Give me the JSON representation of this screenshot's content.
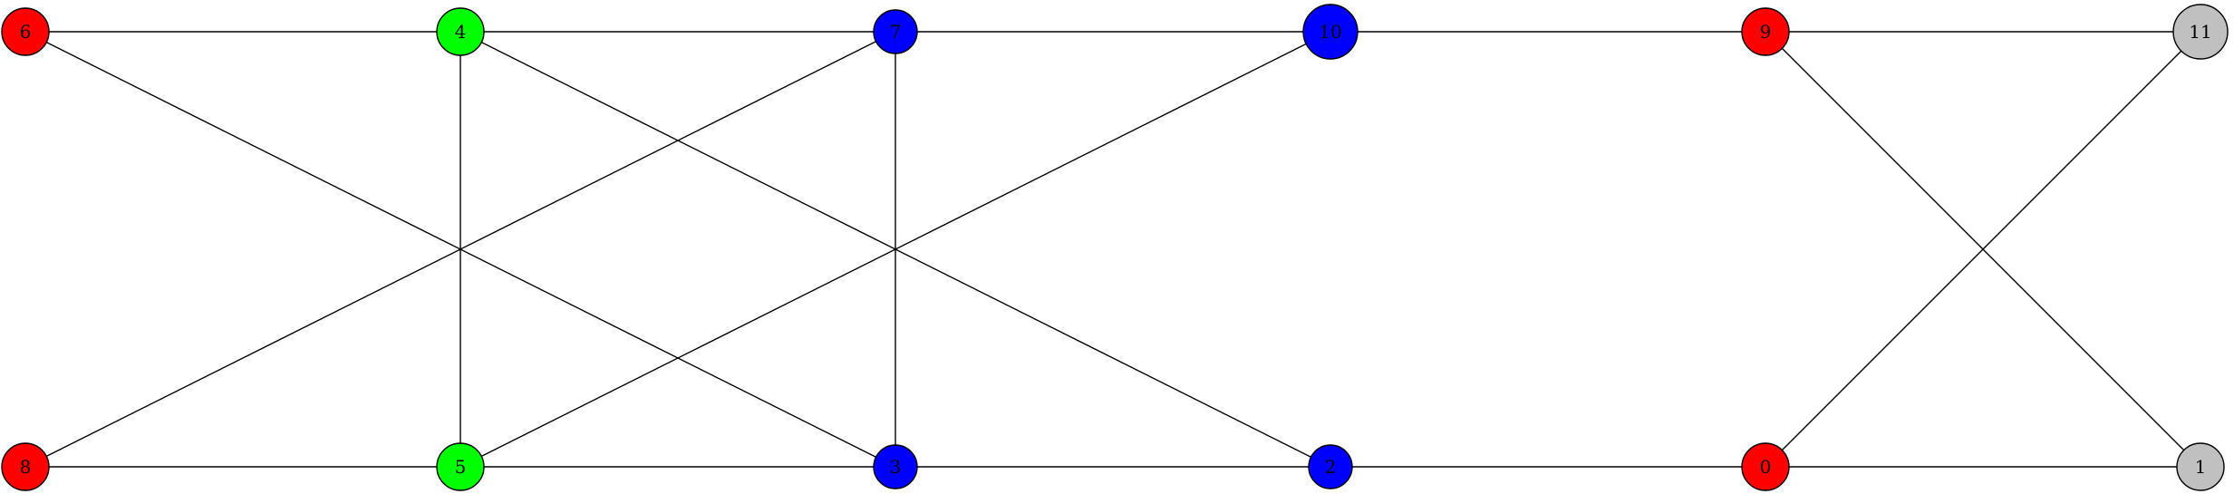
{
  "graph": {
    "nodes": [
      {
        "id": "0",
        "label": "0",
        "color": "#ff0000"
      },
      {
        "id": "1",
        "label": "1",
        "color": "#c0c0c0"
      },
      {
        "id": "2",
        "label": "2",
        "color": "#0000ff"
      },
      {
        "id": "3",
        "label": "3",
        "color": "#0000ff"
      },
      {
        "id": "4",
        "label": "4",
        "color": "#00ff00"
      },
      {
        "id": "5",
        "label": "5",
        "color": "#00ff00"
      },
      {
        "id": "6",
        "label": "6",
        "color": "#ff0000"
      },
      {
        "id": "7",
        "label": "7",
        "color": "#0000ff"
      },
      {
        "id": "8",
        "label": "8",
        "color": "#ff0000"
      },
      {
        "id": "9",
        "label": "9",
        "color": "#ff0000"
      },
      {
        "id": "10",
        "label": "10",
        "color": "#0000ff"
      },
      {
        "id": "11",
        "label": "11",
        "color": "#c0c0c0"
      }
    ],
    "edges": [
      [
        "6",
        "4"
      ],
      [
        "4",
        "7"
      ],
      [
        "7",
        "10"
      ],
      [
        "10",
        "9"
      ],
      [
        "9",
        "11"
      ],
      [
        "8",
        "5"
      ],
      [
        "5",
        "3"
      ],
      [
        "3",
        "2"
      ],
      [
        "2",
        "0"
      ],
      [
        "0",
        "1"
      ],
      [
        "6",
        "3"
      ],
      [
        "4",
        "5"
      ],
      [
        "4",
        "2"
      ],
      [
        "7",
        "8"
      ],
      [
        "7",
        "3"
      ],
      [
        "10",
        "5"
      ],
      [
        "9",
        "1"
      ],
      [
        "11",
        "0"
      ]
    ]
  }
}
